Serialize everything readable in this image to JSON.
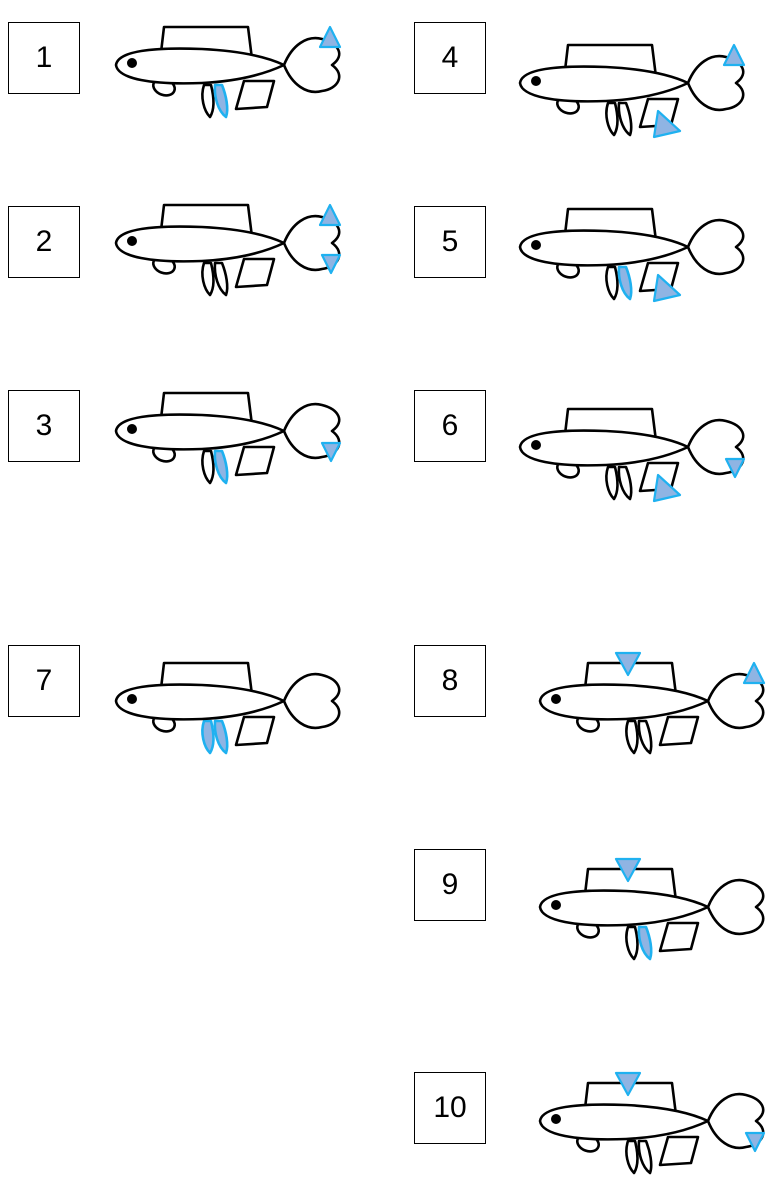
{
  "colors": {
    "outline": "#000000",
    "fill": "#ffffff",
    "marker_fill": "#8fb4e3",
    "marker_stroke": "#1fb1f0"
  },
  "items": [
    {
      "label": "1",
      "markers": [
        "tail-top",
        "ventral-front-fin"
      ]
    },
    {
      "label": "2",
      "markers": [
        "tail-top",
        "tail-bottom"
      ]
    },
    {
      "label": "3",
      "markers": [
        "tail-bottom",
        "ventral-front-fin"
      ]
    },
    {
      "label": "4",
      "markers": [
        "tail-top",
        "anal-fin"
      ]
    },
    {
      "label": "5",
      "markers": [
        "ventral-front-fin",
        "anal-fin"
      ]
    },
    {
      "label": "6",
      "markers": [
        "tail-bottom",
        "anal-fin"
      ]
    },
    {
      "label": "7",
      "markers": [
        "ventral-both-fins"
      ]
    },
    {
      "label": "8",
      "markers": [
        "dorsal-fin",
        "tail-top"
      ]
    },
    {
      "label": "9",
      "markers": [
        "dorsal-fin",
        "ventral-front-fin"
      ]
    },
    {
      "label": "10",
      "markers": [
        "dorsal-fin",
        "tail-bottom"
      ]
    }
  ]
}
